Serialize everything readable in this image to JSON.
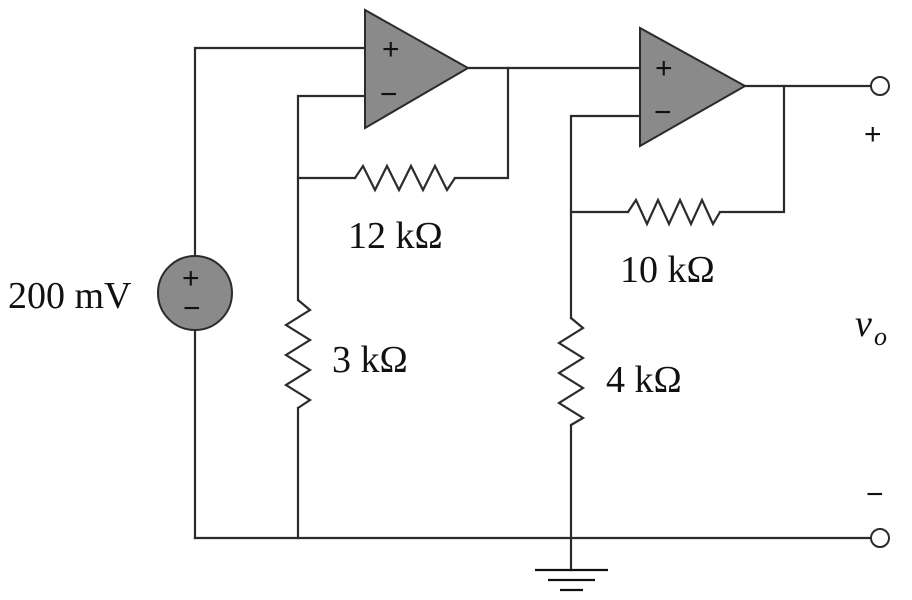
{
  "source": {
    "label": "200 mV",
    "plus": "+",
    "minus": "−"
  },
  "opamp1": {
    "plus": "+",
    "minus": "−"
  },
  "opamp2": {
    "plus": "+",
    "minus": "−"
  },
  "resistors": {
    "r_12k": "12 kΩ",
    "r_3k": "3 kΩ",
    "r_10k": "10 kΩ",
    "r_4k": "4 kΩ"
  },
  "output": {
    "var": "v",
    "sub": "o",
    "plus": "+",
    "minus": "−"
  },
  "colors": {
    "component_fill": "#8a8a8a",
    "wire": "#2b2b2b"
  }
}
